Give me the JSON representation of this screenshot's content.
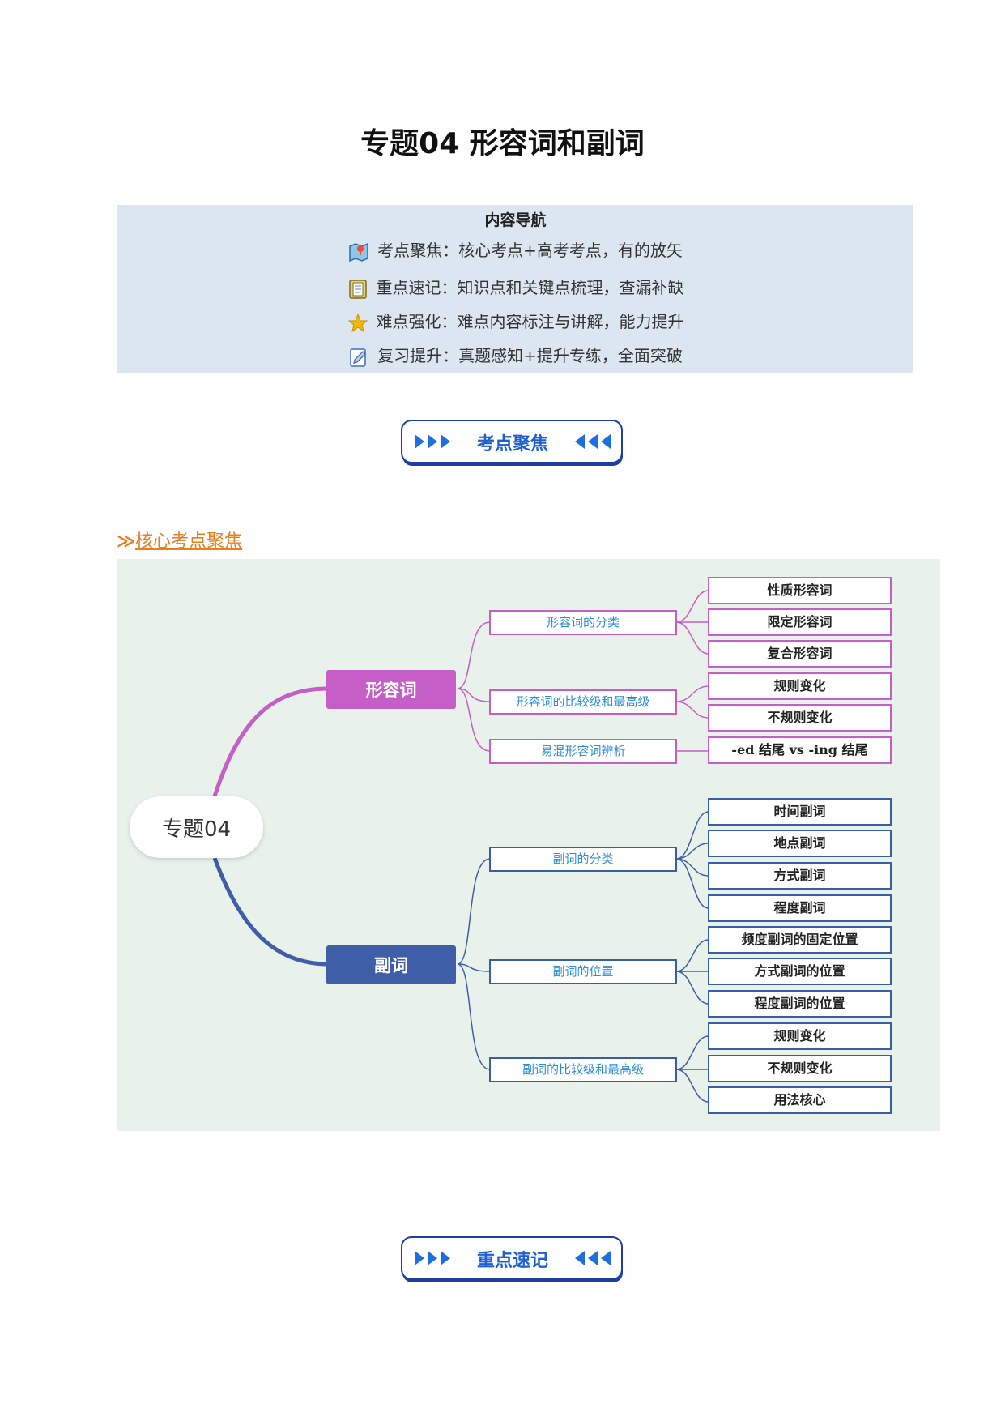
{
  "title": "专题04 形容词和副词",
  "nav": {
    "heading": "内容导航",
    "items": [
      {
        "icon": "map-icon",
        "text": "考点聚焦：核心考点+高考考点，有的放矢"
      },
      {
        "icon": "book-icon",
        "text": "重点速记：知识点和关键点梳理，查漏补缺"
      },
      {
        "icon": "star-icon",
        "text": "难点强化：难点内容标注与讲解，能力提升"
      },
      {
        "icon": "edit-icon",
        "text": "复习提升：真题感知+提升专练，全面突破"
      }
    ]
  },
  "banners": [
    "考点聚焦",
    "重点速记"
  ],
  "section": {
    "arrow": "≫",
    "label": "核心考点聚焦"
  },
  "mindmap": {
    "root": "专题04",
    "branches": [
      {
        "label": "形容词",
        "color": "#c65ec7",
        "groups": [
          {
            "label": "形容词的分类",
            "leaves": [
              "性质形容词",
              "限定形容词",
              "复合形容词"
            ]
          },
          {
            "label": "形容词的比较级和最高级",
            "leaves": [
              "规则变化",
              "不规则变化"
            ]
          },
          {
            "label": "易混形容词辨析",
            "leaves": [
              "-ed 结尾 vs -ing 结尾"
            ]
          }
        ]
      },
      {
        "label": "副词",
        "color": "#3f5ea8",
        "groups": [
          {
            "label": "副词的分类",
            "leaves": [
              "时间副词",
              "地点副词",
              "方式副词",
              "程度副词"
            ]
          },
          {
            "label": "副词的位置",
            "leaves": [
              "频度副词的固定位置",
              "方式副词的位置",
              "程度副词的位置"
            ]
          },
          {
            "label": "副词的比较级和最高级",
            "leaves": [
              "规则变化",
              "不规则变化",
              "用法核心"
            ]
          }
        ]
      }
    ]
  }
}
